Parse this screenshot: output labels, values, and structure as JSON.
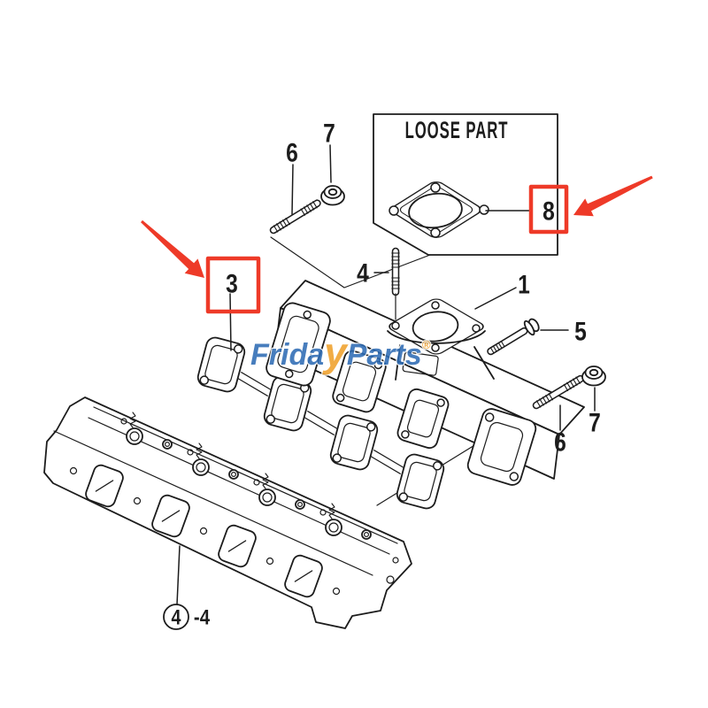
{
  "loose_part_box": {
    "title": "LOOSE PART"
  },
  "labels": {
    "part1": "1",
    "part3": "3",
    "part4": "4",
    "part5": "5",
    "part6": "6",
    "part7": "7",
    "part8": "8",
    "head_ref": "4",
    "head_suffix": "-4"
  },
  "watermark": {
    "prefix": "Frida",
    "accent": "y",
    "suffix": "Parts",
    "registered": "®"
  },
  "colors": {
    "line": "#1c1c1c",
    "highlight_red": "#ee3a28",
    "watermark_blue": "#2e6cb5",
    "watermark_orange": "#f0a12c"
  }
}
